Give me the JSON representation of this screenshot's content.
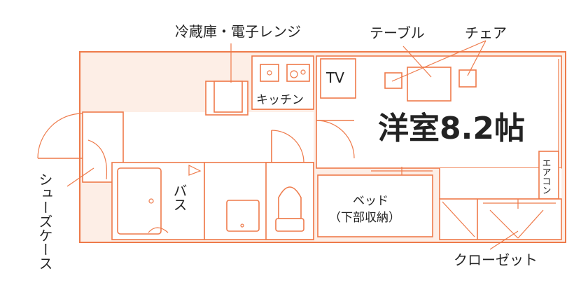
{
  "labels": {
    "fridge_microwave": "冷蔵庫・電子レンジ",
    "table": "テーブル",
    "chair": "チェア",
    "kitchen": "キッチン",
    "tv": "TV",
    "western_room": "洋室8.2帖",
    "aircon": "エアコン",
    "bath": "バス",
    "bed_line1": "ベッド",
    "bed_line2": "（下部収納）",
    "shoe_case": "シューズケース",
    "closet": "クローゼット"
  },
  "colors": {
    "line": "#ee7a4a",
    "fill": "#fdeee6",
    "text": "#222222"
  }
}
